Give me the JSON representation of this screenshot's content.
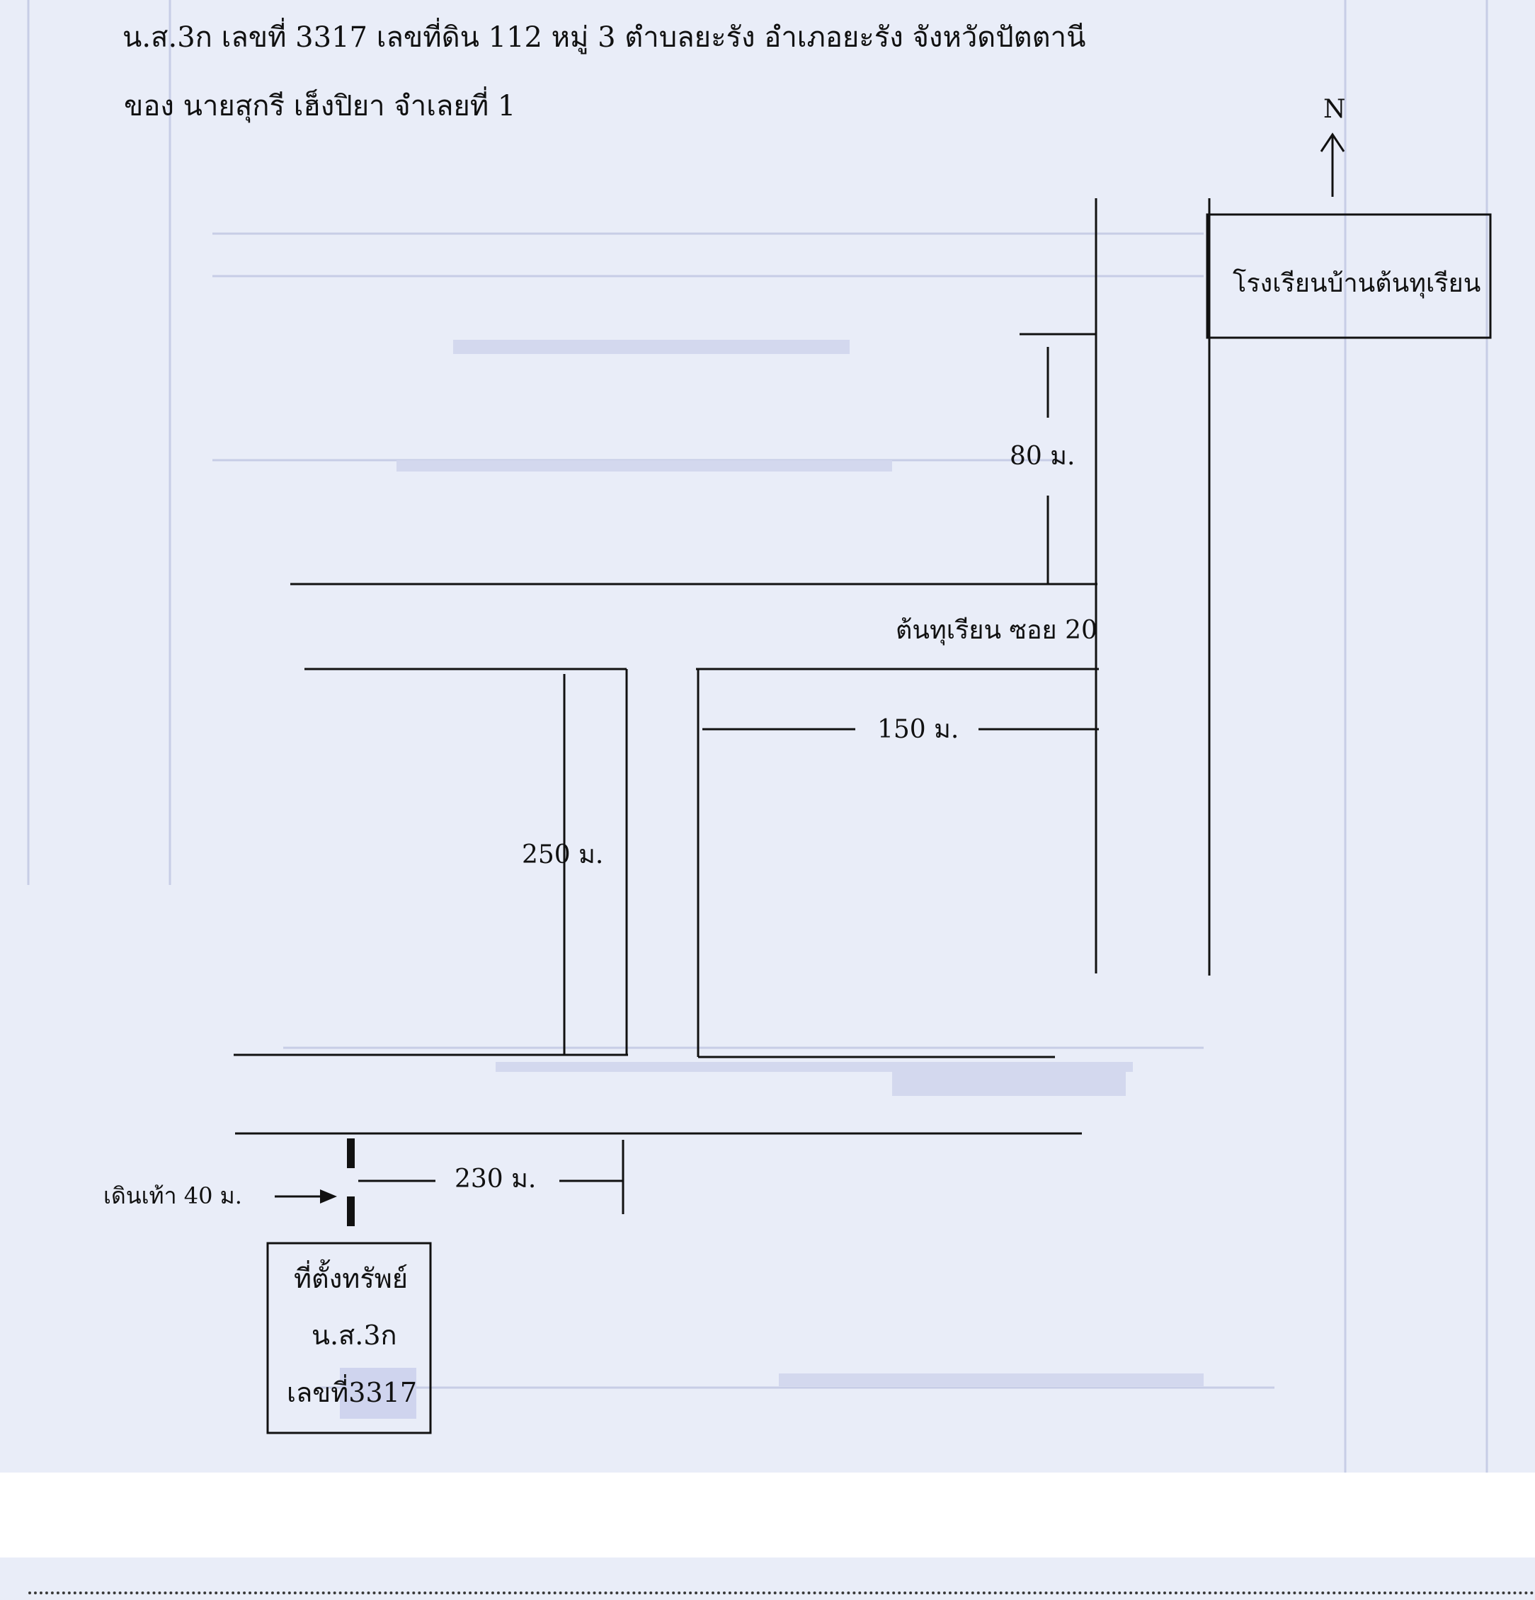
{
  "header": {
    "line1": "น.ส.3ก เลขที่  3317  เลขที่ดิน 112  หมู่ 3   ตำบลยะรัง   อำเภอยะรัง   จังหวัดปัตตานี",
    "line2": "ของ  นายสุกรี  เฮ็งปิยา จำเลยที่  1"
  },
  "map": {
    "north_label": "N",
    "school_label": "โรงเรียนบ้านต้นทุเรียน",
    "road_label": "ต้นทุเรียน ซอย 20",
    "distances": {
      "d80": "80 ม.",
      "d150": "150 ม.",
      "d250": "250 ม.",
      "d230": "230 ม."
    },
    "walk_label": "เดินเท้า 40 ม.",
    "property_box": {
      "line1": "ที่ตั้งทรัพย์",
      "line2": "น.ส.3ก",
      "line3": "เลขที่3317"
    }
  },
  "colors": {
    "paper": "#e9edf8",
    "ink": "#111111"
  }
}
